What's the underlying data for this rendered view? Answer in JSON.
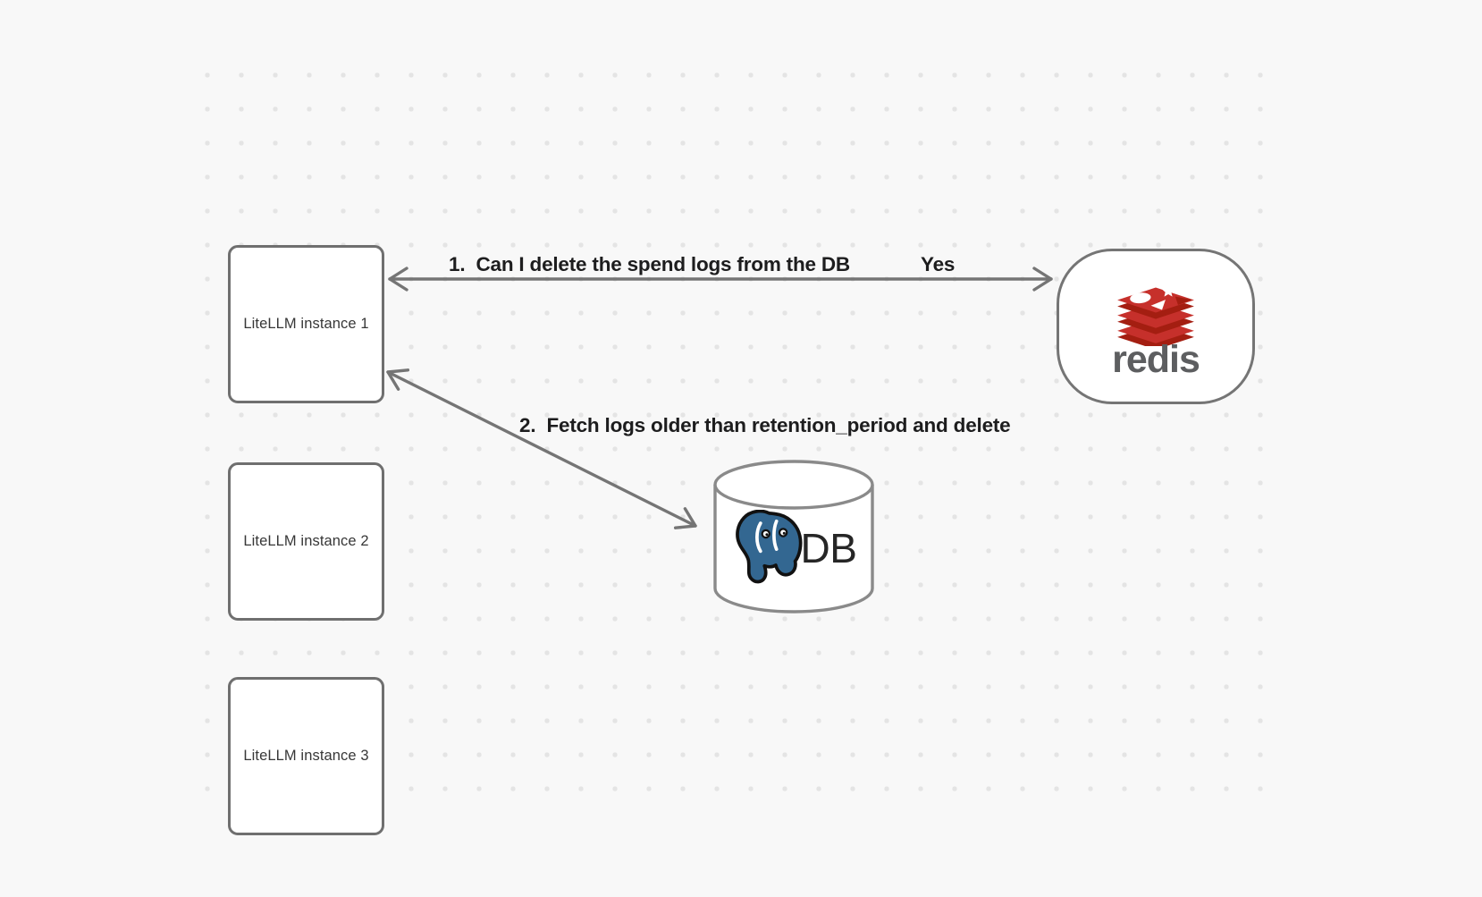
{
  "canvas": {
    "background": "#f8f8f8",
    "dot_color": "#e4e4e4",
    "stroke_gray": "#757575",
    "box_border_gray": "#6f6f6f",
    "label_text_color": "#1d1d1e"
  },
  "nodes": {
    "instance1": {
      "label": "LiteLLM instance 1"
    },
    "instance2": {
      "label": "LiteLLM instance 2"
    },
    "instance3": {
      "label": "LiteLLM instance 3"
    },
    "redis": {
      "wordmark": "redis",
      "logo_red": "#c6302b",
      "logo_dark_red": "#a41e11",
      "wordmark_gray": "#5d5e60"
    },
    "db": {
      "label": "DB",
      "postgres_blue": "#336791",
      "cylinder_stroke": "#8a8a8a"
    }
  },
  "edges": {
    "edge1": {
      "label": "1.  Can I delete the spend logs from the DB",
      "response": "Yes"
    },
    "edge2": {
      "label": "2.  Fetch logs older than retention_period and delete"
    }
  }
}
